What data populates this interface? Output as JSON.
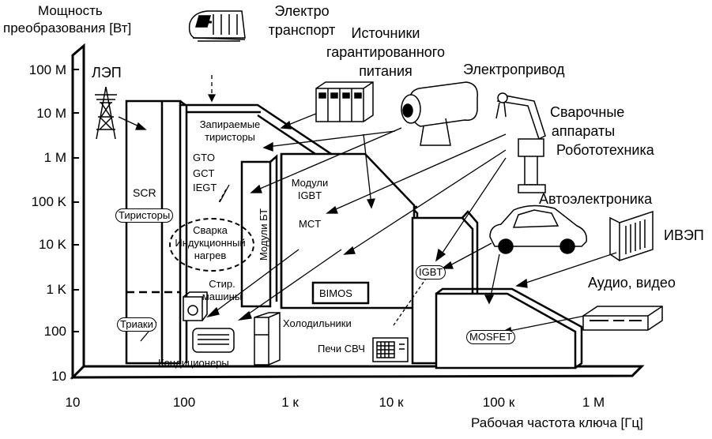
{
  "axes": {
    "y_title_line1": "Мощность",
    "y_title_line2": "преобразования [Вт]",
    "x_title": "Рабочая частота ключа [Гц]",
    "y_ticks": [
      "100 M",
      "10 M",
      "1 M",
      "100 K",
      "10 K",
      "1 K",
      "100",
      "10"
    ],
    "x_ticks": [
      "10",
      "100",
      "1 к",
      "10 к",
      "100 к",
      "1 M"
    ]
  },
  "applications": {
    "lep": "ЛЭП",
    "electro_transport_1": "Электро",
    "electro_transport_2": "транспорт",
    "ups_1": "Источники",
    "ups_2": "гарантированного",
    "ups_3": "питания",
    "electric_drive": "Электропривод",
    "welding_1": "Сварочные",
    "welding_2": "аппараты",
    "robotics": "Робототехника",
    "auto_electronics": "Автоэлектроника",
    "ivep": "ИВЭП",
    "audio_video": "Аудио, видео"
  },
  "devices": {
    "scr": "SCR",
    "thyristors": "Тиристоры",
    "triacs": "Триаки",
    "gto_title_1": "Запираемые",
    "gto_title_2": "тиристоры",
    "gto": "GTO",
    "gct": "GCT",
    "iegt": "IEGT",
    "bt_modules": "Модули БТ",
    "igbt_modules_1": "Модули",
    "igbt_modules_2": "IGBT",
    "mct": "MCT",
    "bimos": "BIMOS",
    "igbt": "IGBT",
    "mosfet": "MOSFET"
  },
  "appliances": {
    "welding_heating_1": "Сварка",
    "welding_heating_2": "Индукционный",
    "welding_heating_3": "нагрев",
    "washing_1": "Стир.",
    "washing_2": "машины",
    "fridges": "Холодильники",
    "air_conditioners": "Кондиционеры",
    "microwave": "Печи СВЧ"
  }
}
